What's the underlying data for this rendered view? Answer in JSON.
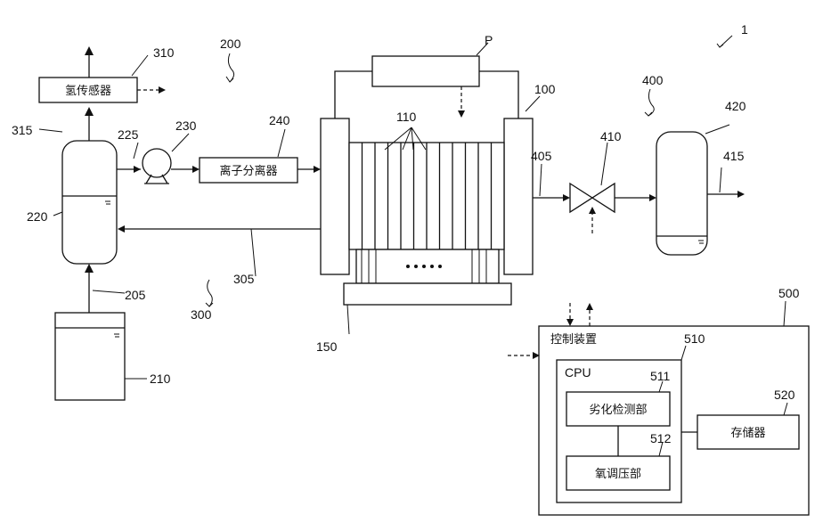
{
  "labels": {
    "l1": "1",
    "l100": "100",
    "l110": "110",
    "l150": "150",
    "l200": "200",
    "l205": "205",
    "l210": "210",
    "l220": "220",
    "l225": "225",
    "l230": "230",
    "l240": "240",
    "l300": "300",
    "l305": "305",
    "l310": "310",
    "l315": "315",
    "l400": "400",
    "l405": "405",
    "l410": "410",
    "l415": "415",
    "l420": "420",
    "l500": "500",
    "l510": "510",
    "l511": "511",
    "l512": "512",
    "l520": "520",
    "lP": "P"
  },
  "boxes": {
    "sensor": "氢传感器",
    "separator": "离子分离器",
    "controller": "控制装置",
    "cpu": "CPU",
    "degradation": "劣化检测部",
    "pressure": "氧调压部",
    "storage": "存储器"
  }
}
